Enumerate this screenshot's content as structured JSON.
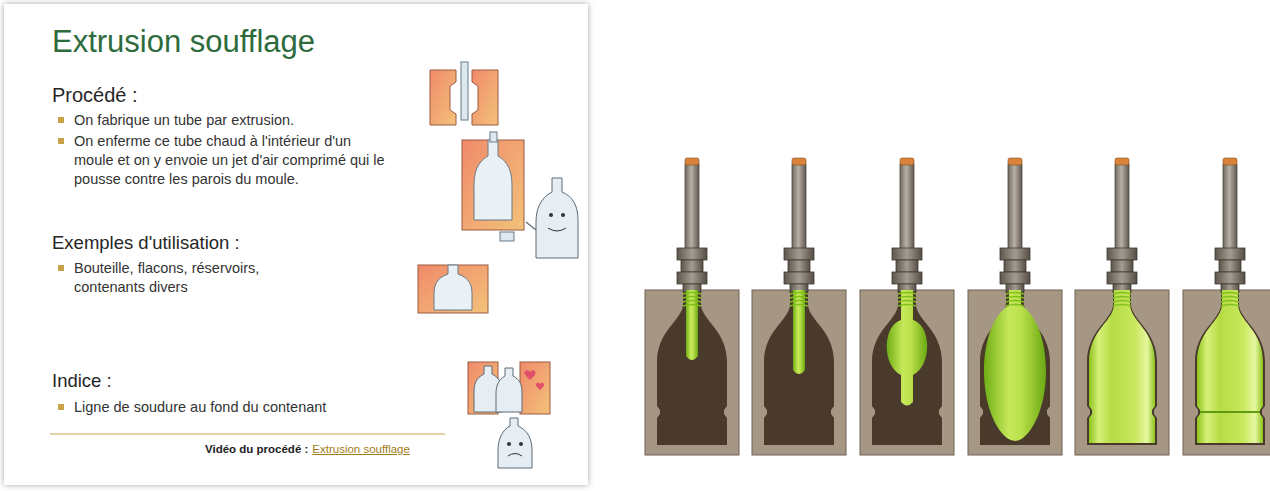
{
  "diagram": {
    "title": "Extrusion soufflage",
    "labels": [
      "Procédé :",
      "On fabrique un tube par extrusion.",
      "On enferme ce tube chaud à l'intérieur d'un moule et on y envoie un jet d'air comprimé qui le pousse contre les parois du moule.",
      "Exemples d'utilisation :",
      "Bouteille, flacons, réservoirs, contenants divers",
      "Indice :",
      "Ligne de soudure au fond du contenant",
      "Vidéo du procédé :",
      "Extrusion soufflage"
    ]
  }
}
